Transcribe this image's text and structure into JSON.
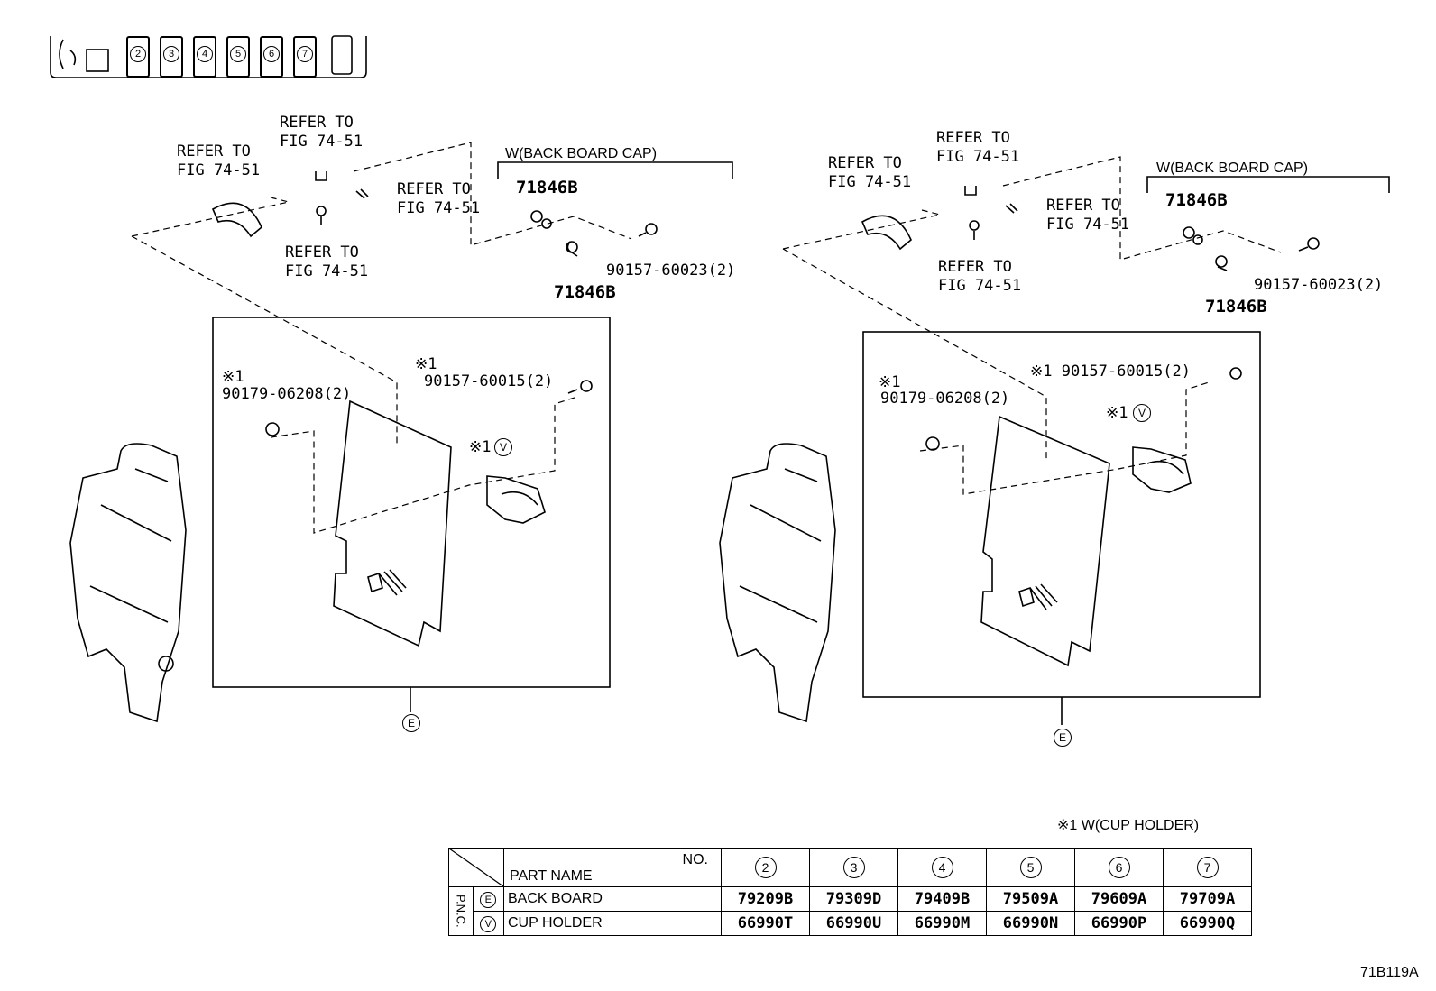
{
  "toolbar": {
    "numbers": [
      "2",
      "3",
      "4",
      "5",
      "6",
      "7"
    ]
  },
  "left": {
    "refer_1": "REFER TO\nFIG 74-51",
    "refer_2": "REFER TO\nFIG 74-51",
    "refer_3": "REFER TO\nFIG 74-51",
    "refer_4": "REFER TO\nFIG 74-51",
    "cap_header": "W(BACK BOARD CAP)",
    "part_71846b_a": "71846B",
    "part_71846b_b": "71846B",
    "screw_cap": "90157-60023(2)",
    "note_a": "※1",
    "nut": "90179-06208(2)",
    "note_b": "※1",
    "screw": "90157-60015(2)",
    "cup_note": "※1",
    "cup_circle": "V",
    "board_circle": "E"
  },
  "right": {
    "refer_1": "REFER TO\nFIG 74-51",
    "refer_2": "REFER TO\nFIG 74-51",
    "refer_3": "REFER TO\nFIG 74-51",
    "refer_4": "REFER TO\nFIG 74-51",
    "cap_header": "W(BACK BOARD CAP)",
    "part_71846b_a": "71846B",
    "part_71846b_b": "71846B",
    "screw_cap": "90157-60023(2)",
    "note_a": "※1",
    "nut": "90179-06208(2)",
    "screw": "※1 90157-60015(2)",
    "cup_note": "※1",
    "cup_circle": "V",
    "board_circle": "E"
  },
  "footnote": "※1 W(CUP HOLDER)",
  "table": {
    "no_label": "NO.",
    "part_name_label": "PART NAME",
    "pnc_label": "P.N.C.",
    "columns": [
      "2",
      "3",
      "4",
      "5",
      "6",
      "7"
    ],
    "rows": [
      {
        "symbol": "E",
        "name": "BACK BOARD",
        "codes": [
          "79209B",
          "79309D",
          "79409B",
          "79509A",
          "79609A",
          "79709A"
        ]
      },
      {
        "symbol": "V",
        "name": "CUP HOLDER",
        "codes": [
          "66990T",
          "66990U",
          "66990M",
          "66990N",
          "66990P",
          "66990Q"
        ]
      }
    ]
  },
  "figure_id": "71B119A"
}
